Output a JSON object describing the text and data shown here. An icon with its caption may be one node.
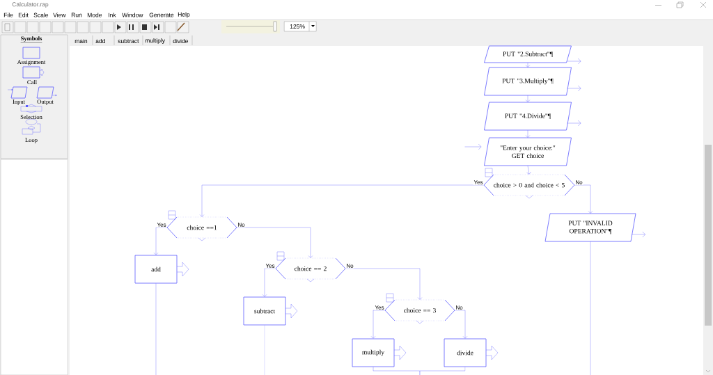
{
  "diagram": {
    "title": "Calculator.rap",
    "nodes": [
      {
        "text": [
          "PUT \"2.Subtract\"¶"
        ]
      },
      {
        "text": [
          "PUT \"3.Multiply\"¶"
        ]
      },
      {
        "text": [
          "PUT \"4.Divide\"¶"
        ]
      },
      {
        "text": [
          "\"Enter your choice:\"",
          "GET choice"
        ]
      },
      {
        "text": [
          "choice > 0 and choice < 5"
        ]
      },
      {
        "text": [
          "choice ==1"
        ]
      },
      {
        "text": [
          "PUT \"INVALID OPERATION\"¶"
        ]
      },
      {
        "text": [
          "add"
        ]
      },
      {
        "text": [
          "choice == 2"
        ]
      },
      {
        "text": [
          "subtract"
        ]
      },
      {
        "text": [
          "choice == 3"
        ]
      },
      {
        "text": [
          "multiply"
        ]
      },
      {
        "text": [
          "divide"
        ]
      }
    ],
    "edges": [
      {
        "from": 0,
        "to": 1,
        "arrow": "to"
      },
      {
        "from": 1,
        "to": 2,
        "arrow": "to"
      },
      {
        "from": 2,
        "to": 3,
        "arrow": "to"
      },
      {
        "from": 3,
        "to": 4,
        "arrow": "to"
      },
      {
        "from": 4,
        "to": 5,
        "arrow": "to",
        "label": "Yes"
      },
      {
        "from": 4,
        "to": 6,
        "arrow": "to",
        "label": "No"
      },
      {
        "from": 5,
        "to": 7,
        "arrow": "to",
        "label": "Yes"
      },
      {
        "from": 5,
        "to": 8,
        "arrow": "to",
        "label": "No"
      },
      {
        "from": 8,
        "to": 9,
        "arrow": "to",
        "label": "Yes"
      },
      {
        "from": 8,
        "to": 10,
        "arrow": "to",
        "label": "No"
      },
      {
        "from": 10,
        "to": 11,
        "arrow": "to",
        "label": "Yes"
      },
      {
        "from": 10,
        "to": 12,
        "arrow": "to",
        "label": "No"
      },
      {
        "from": 7,
        "to": null,
        "arrow": "none"
      },
      {
        "from": 9,
        "to": null,
        "arrow": "none"
      },
      {
        "from": 11,
        "to": null,
        "arrow": "none"
      },
      {
        "from": 12,
        "to": null,
        "arrow": "none"
      },
      {
        "from": 6,
        "to": null,
        "arrow": "none"
      }
    ],
    "labels": [
      "File",
      "Edit",
      "Scale",
      "View",
      "Run",
      "Mode",
      "Ink",
      "Window",
      "Generate",
      "Help",
      "125%",
      "Symbols",
      "main",
      "add",
      "subtract",
      "multiply",
      "divide",
      "Assignment",
      "Call",
      "Input",
      "Output",
      "Selection",
      "Loop"
    ]
  }
}
